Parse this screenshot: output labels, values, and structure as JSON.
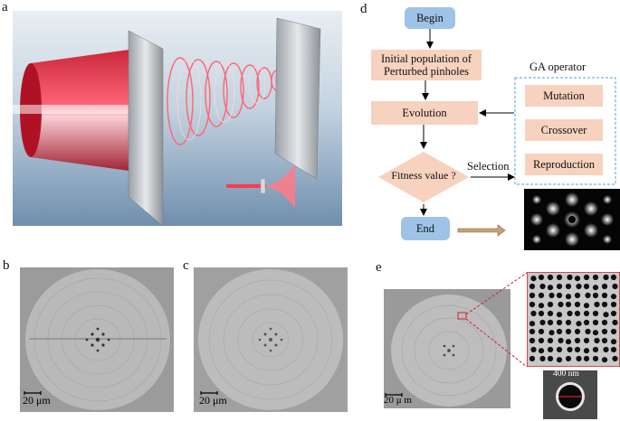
{
  "panels": {
    "a": "a",
    "b": "b",
    "c": "c",
    "d": "d",
    "e": "e"
  },
  "flowchart": {
    "begin": "Begin",
    "initial_line1": "Initial population of",
    "initial_line2": "Perturbed pinholes",
    "evolution": "Evolution",
    "fitness": "Fitness value ?",
    "end": "End",
    "selection": "Selection",
    "ga_title": "GA operator",
    "mutation": "Mutation",
    "crossover": "Crossover",
    "reproduction": "Reproduction"
  },
  "scalebars": {
    "b": "20 μm",
    "c": "20 μm",
    "e": "20 μ m",
    "hole": "400 nm"
  }
}
